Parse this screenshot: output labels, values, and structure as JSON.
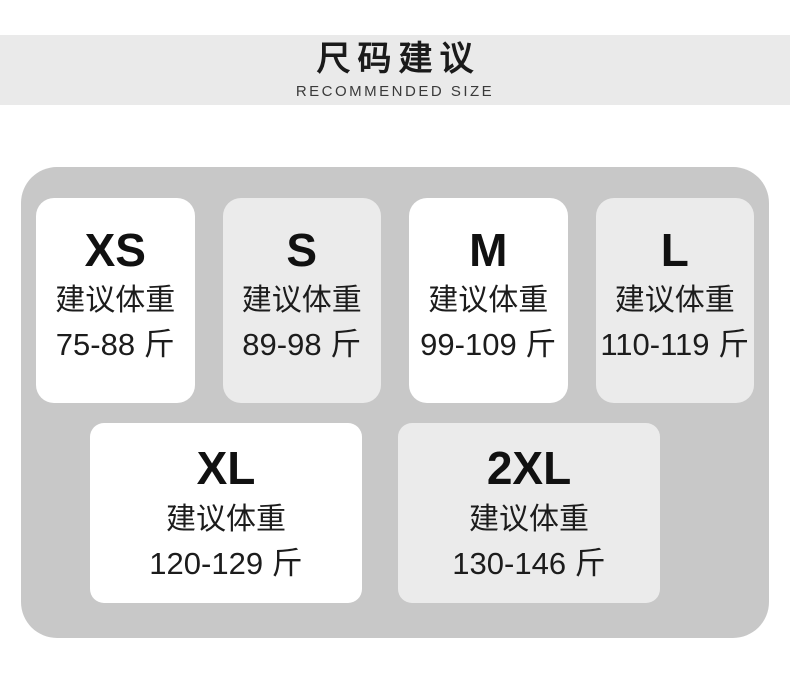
{
  "header": {
    "title": "尺码建议",
    "subtitle": "RECOMMENDED SIZE"
  },
  "size_chart": {
    "cards": [
      {
        "size": "XS",
        "label": "建议体重",
        "range": "75-88 斤"
      },
      {
        "size": "S",
        "label": "建议体重",
        "range": "89-98 斤"
      },
      {
        "size": "M",
        "label": "建议体重",
        "range": "99-109 斤"
      },
      {
        "size": "L",
        "label": "建议体重",
        "range": "110-119 斤"
      },
      {
        "size": "XL",
        "label": "建议体重",
        "range": "120-129 斤"
      },
      {
        "size": "2XL",
        "label": "建议体重",
        "range": "130-146 斤"
      }
    ]
  },
  "colors": {
    "band_bg": "#eaeaea",
    "panel_bg": "#c8c8c8",
    "card_white": "#ffffff",
    "card_gray": "#ebebeb",
    "title_text": "#1a1a1a",
    "body_text": "#1c1c1c"
  }
}
